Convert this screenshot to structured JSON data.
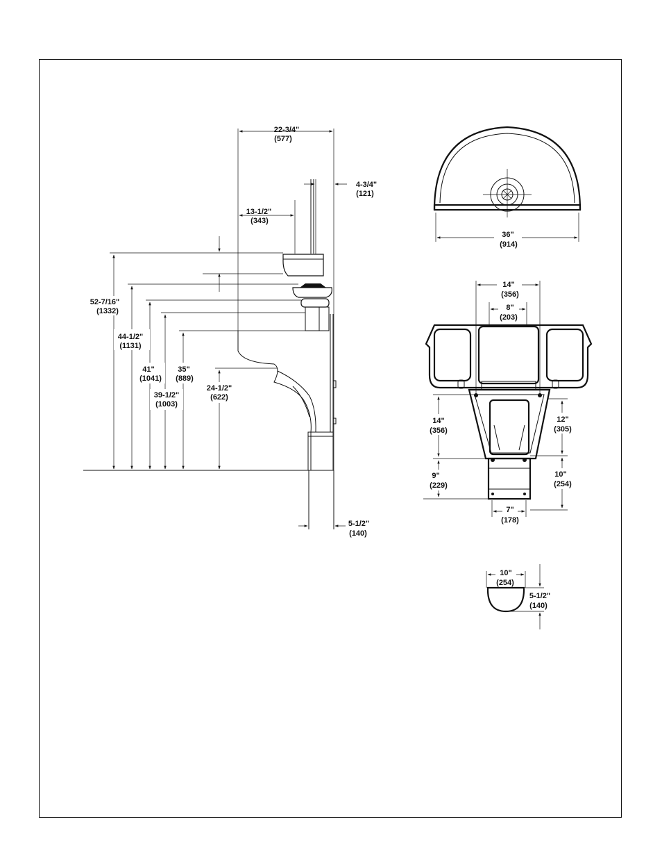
{
  "colors": {
    "ink": "#111111",
    "paper": "#ffffff"
  },
  "side_view": {
    "width_top": {
      "in": "22-3/4\"",
      "mm": "(577)"
    },
    "spout_reach": {
      "in": "4-3/4\"",
      "mm": "(121)"
    },
    "bowl_offset": {
      "in": "13-1/2\"",
      "mm": "(343)"
    },
    "height_overall": {
      "in": "52-7/16\"",
      "mm": "(1332)"
    },
    "height_rim": {
      "in": "44-1/2\"",
      "mm": "(1131)"
    },
    "height_bowl_bottom": {
      "in": "41\"",
      "mm": "(1041)"
    },
    "height_drain": {
      "in": "39-1/2\"",
      "mm": "(1003)"
    },
    "height_cabinet_top": {
      "in": "35\"",
      "mm": "(889)"
    },
    "height_knee": {
      "in": "24-1/2\"",
      "mm": "(622)"
    },
    "base_depth": {
      "in": "5-1/2\"",
      "mm": "(140)"
    }
  },
  "top_view": {
    "width": {
      "in": "36\"",
      "mm": "(914)"
    }
  },
  "rear_view": {
    "outer_span": {
      "in": "14\"",
      "mm": "(356)"
    },
    "inner_span": {
      "in": "8\"",
      "mm": "(203)"
    },
    "left_height": {
      "in": "14\"",
      "mm": "(356)"
    },
    "right_height": {
      "in": "12\"",
      "mm": "(305)"
    },
    "lower_left": {
      "in": "9\"",
      "mm": "(229)"
    },
    "lower_right": {
      "in": "10\"",
      "mm": "(254)"
    },
    "base_width": {
      "in": "7\"",
      "mm": "(178)"
    }
  },
  "base_section": {
    "width": {
      "in": "10\"",
      "mm": "(254)"
    },
    "depth": {
      "in": "5-1/2\"",
      "mm": "(140)"
    }
  }
}
